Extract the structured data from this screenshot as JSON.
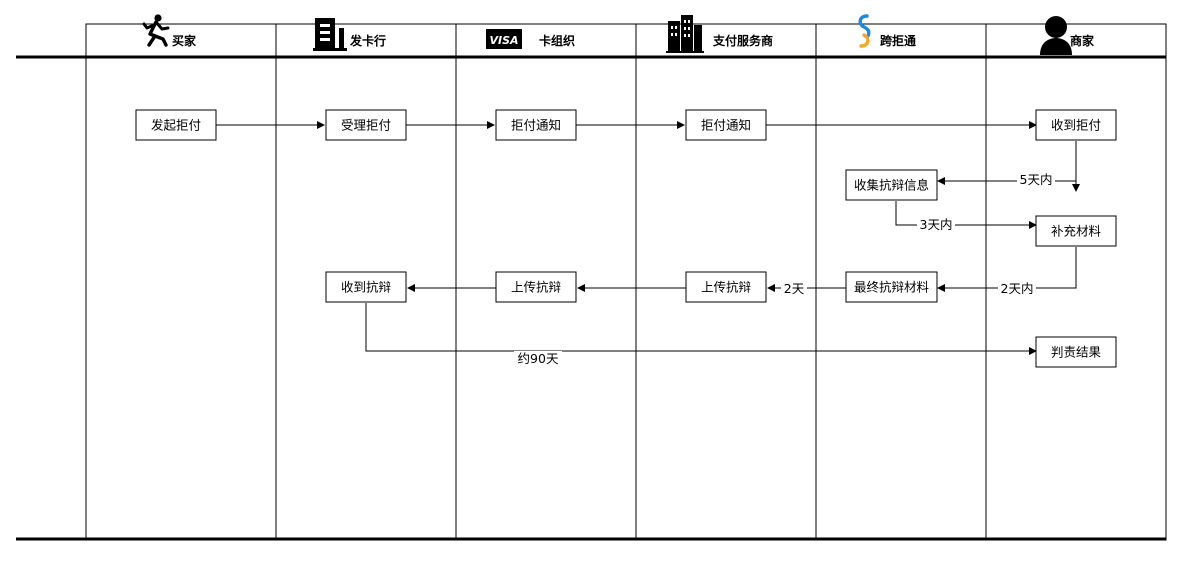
{
  "lanes": [
    {
      "id": "buyer",
      "title": "买家",
      "icon": "running-person-icon"
    },
    {
      "id": "issuer",
      "title": "发卡行",
      "icon": "bank-building-icon"
    },
    {
      "id": "network",
      "title": "卡组织",
      "icon": "visa-logo-icon",
      "logo_text": "VISA"
    },
    {
      "id": "psp",
      "title": "支付服务商",
      "icon": "office-building-icon"
    },
    {
      "id": "kujutong",
      "title": "跨拒通",
      "icon": "kujutong-logo-icon"
    },
    {
      "id": "merchant",
      "title": "商家",
      "icon": "person-avatar-icon"
    }
  ],
  "nodes": [
    {
      "id": "initiate",
      "lane": "buyer",
      "label": "发起拒付"
    },
    {
      "id": "accept",
      "lane": "issuer",
      "label": "受理拒付"
    },
    {
      "id": "notify_network",
      "lane": "network",
      "label": "拒付通知"
    },
    {
      "id": "notify_psp",
      "lane": "psp",
      "label": "拒付通知"
    },
    {
      "id": "merchant_receive",
      "lane": "merchant",
      "label": "收到拒付"
    },
    {
      "id": "collect",
      "lane": "kujutong",
      "label": "收集抗辩信息"
    },
    {
      "id": "supplement",
      "lane": "merchant",
      "label": "补充材料"
    },
    {
      "id": "final_material",
      "lane": "kujutong",
      "label": "最终抗辩材料"
    },
    {
      "id": "upload_psp",
      "lane": "psp",
      "label": "上传抗辩"
    },
    {
      "id": "upload_network",
      "lane": "network",
      "label": "上传抗辩"
    },
    {
      "id": "issuer_receive",
      "lane": "issuer",
      "label": "收到抗辩"
    },
    {
      "id": "verdict",
      "lane": "merchant",
      "label": "判责结果"
    }
  ],
  "edges": [
    {
      "from": "initiate",
      "to": "accept",
      "label": ""
    },
    {
      "from": "accept",
      "to": "notify_network",
      "label": ""
    },
    {
      "from": "notify_network",
      "to": "notify_psp",
      "label": ""
    },
    {
      "from": "notify_psp",
      "to": "merchant_receive",
      "label": ""
    },
    {
      "from": "merchant_receive",
      "to": "collect",
      "label": "5天内"
    },
    {
      "from": "collect",
      "to": "supplement",
      "label": "3天内"
    },
    {
      "from": "supplement",
      "to": "final_material",
      "label": "2天内"
    },
    {
      "from": "final_material",
      "to": "upload_psp",
      "label": "2天"
    },
    {
      "from": "upload_psp",
      "to": "upload_network",
      "label": ""
    },
    {
      "from": "upload_network",
      "to": "issuer_receive",
      "label": ""
    },
    {
      "from": "issuer_receive",
      "to": "verdict",
      "label": "约90天"
    }
  ]
}
